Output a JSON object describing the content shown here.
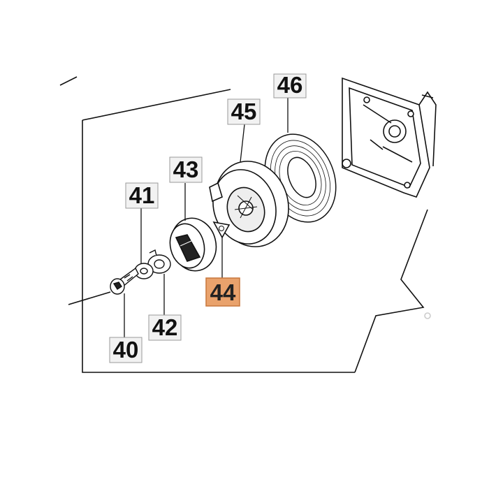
{
  "parts": [
    {
      "number": "40",
      "highlighted": false
    },
    {
      "number": "41",
      "highlighted": false
    },
    {
      "number": "42",
      "highlighted": false
    },
    {
      "number": "43",
      "highlighted": false
    },
    {
      "number": "44",
      "highlighted": true
    },
    {
      "number": "45",
      "highlighted": false
    },
    {
      "number": "46",
      "highlighted": false
    }
  ],
  "colors": {
    "highlight_fill": "#e9a26c",
    "highlight_stroke": "#c8773c",
    "label_box_fill": "#f2f2f2",
    "label_box_stroke": "#9a9a9a",
    "line": "#111111"
  }
}
